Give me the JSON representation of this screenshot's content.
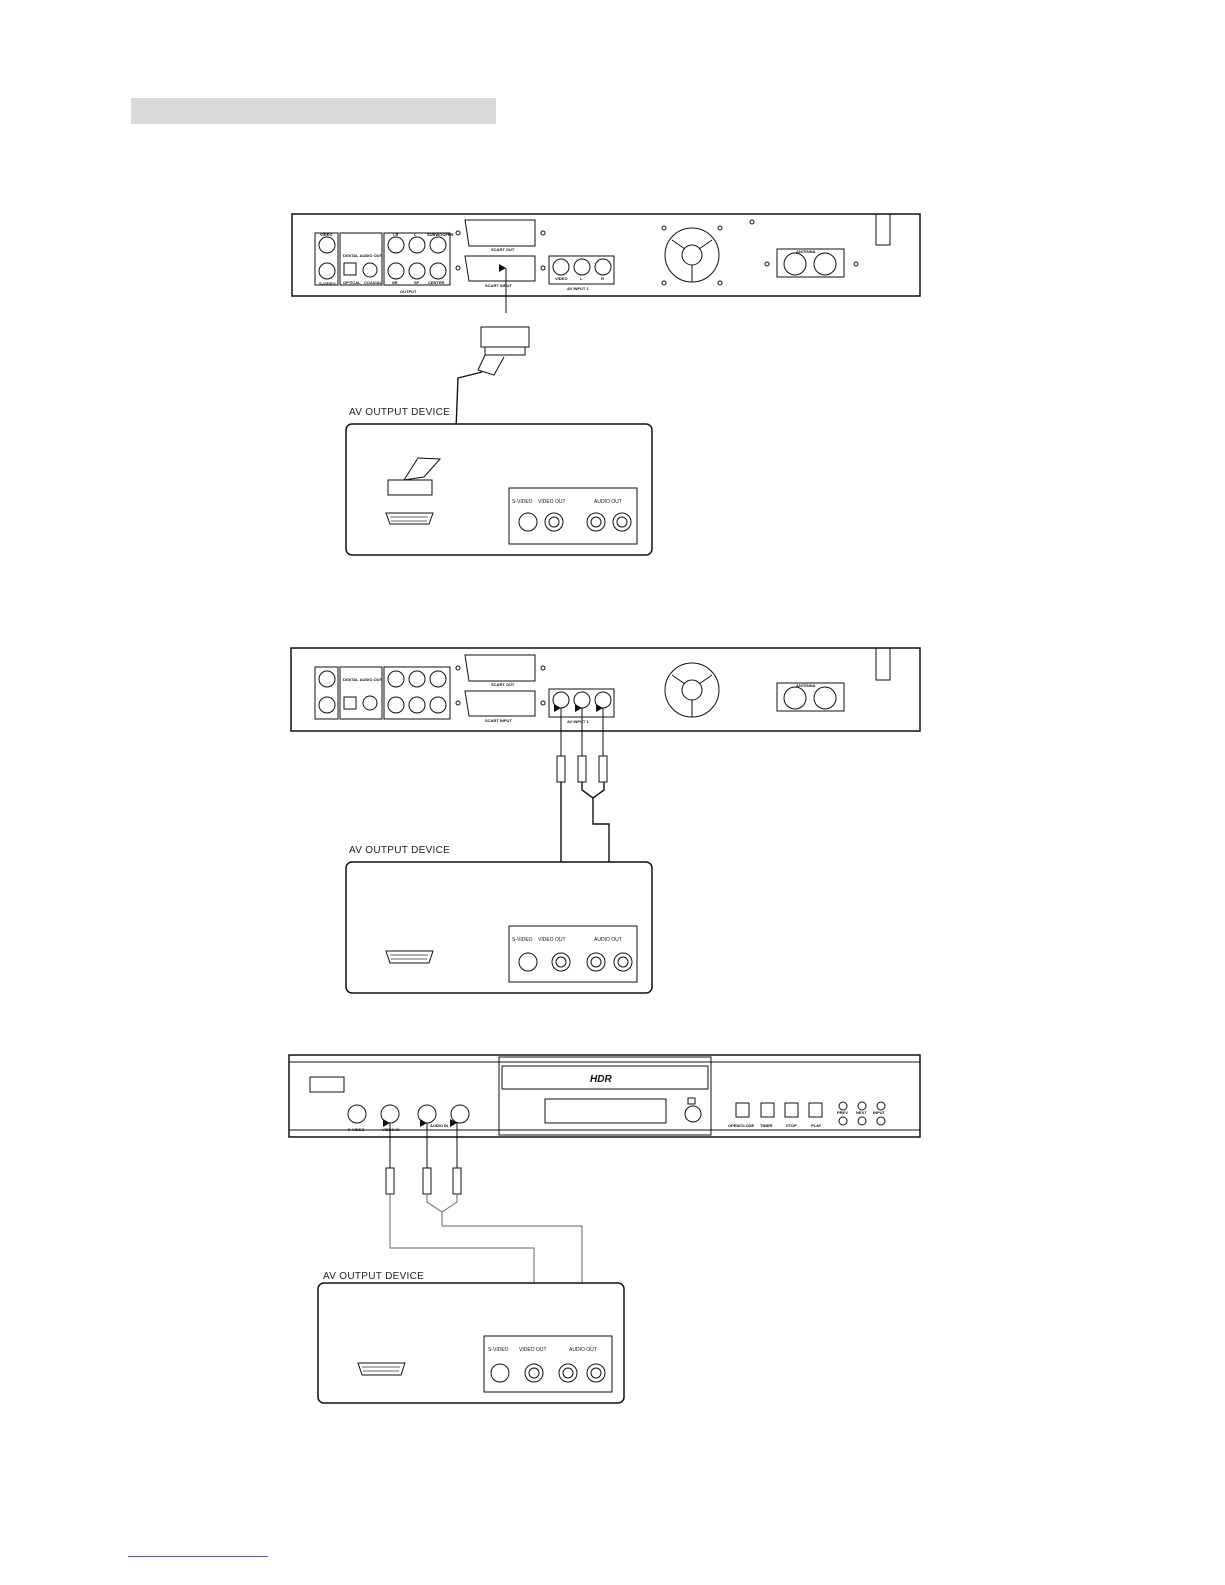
{
  "devices": [
    {
      "label": "AV OUTPUT DEVICE"
    },
    {
      "label": "AV OUTPUT DEVICE"
    },
    {
      "label": "AV OUTPUT DEVICE"
    }
  ],
  "rear_panel": {
    "svideo": "S-VIDEO",
    "digital_audio_out": "DIGITAL AUDIO OUT",
    "optical": "OPTICAL",
    "coaxial": "COAXIAL",
    "output": "OUTPUT",
    "scart_out": "SCART OUT",
    "scart_input": "SCART INPUT",
    "av_input": "AV INPUT 1",
    "antenna": "ANTENNA"
  },
  "device_panel": {
    "svideo": "S-VIDEO",
    "video_out": "VIDEO OUT",
    "video_out_spaced": "VIDEO OUT",
    "audio_out": "AUDIO OUT"
  },
  "front_panel": {
    "logo": "HDR",
    "svideo": "S-VIDEO",
    "video_in": "VIDEO IN",
    "audio_in": "AUDIO IN",
    "open_close": "OPEN/CLOSE",
    "timer": "TIMER",
    "stop": "STOP",
    "play": "PLAY",
    "prev": "PREV",
    "next": "NEXT",
    "input": "INPUT"
  },
  "colors": {
    "header_bar": "#d9d9d9",
    "link_underline": "#4b5bd6"
  }
}
